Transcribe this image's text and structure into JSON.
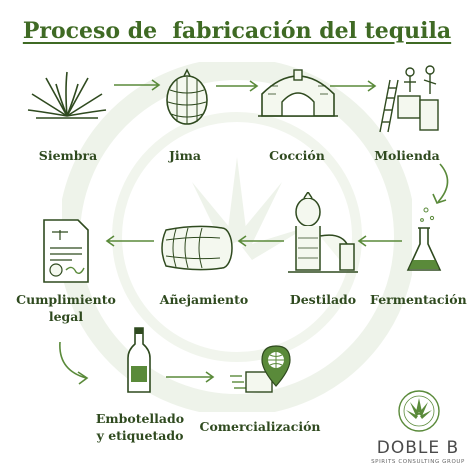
{
  "title": "Proceso de  fabricación del tequila",
  "steps": {
    "siembra": "Siembra",
    "jima": "Jima",
    "coccion": "Cocción",
    "molienda": "Molienda",
    "fermentacion": "Fermentación",
    "destilado": "Destilado",
    "anejamiento": "Añejamiento",
    "cumplimiento_line1": "Cumplimiento",
    "cumplimiento_line2": "legal",
    "embotellado_line1": "Embotellado",
    "embotellado_line2": "y etiquetado",
    "comercializacion": "Comercialización"
  },
  "logo": {
    "name": "DOBLE B",
    "tagline": "SPIRITS CONSULTING GROUP"
  },
  "colors": {
    "accent": "#5a8a3a",
    "text": "#2f4a1f",
    "watermark": "#e8efe2"
  }
}
